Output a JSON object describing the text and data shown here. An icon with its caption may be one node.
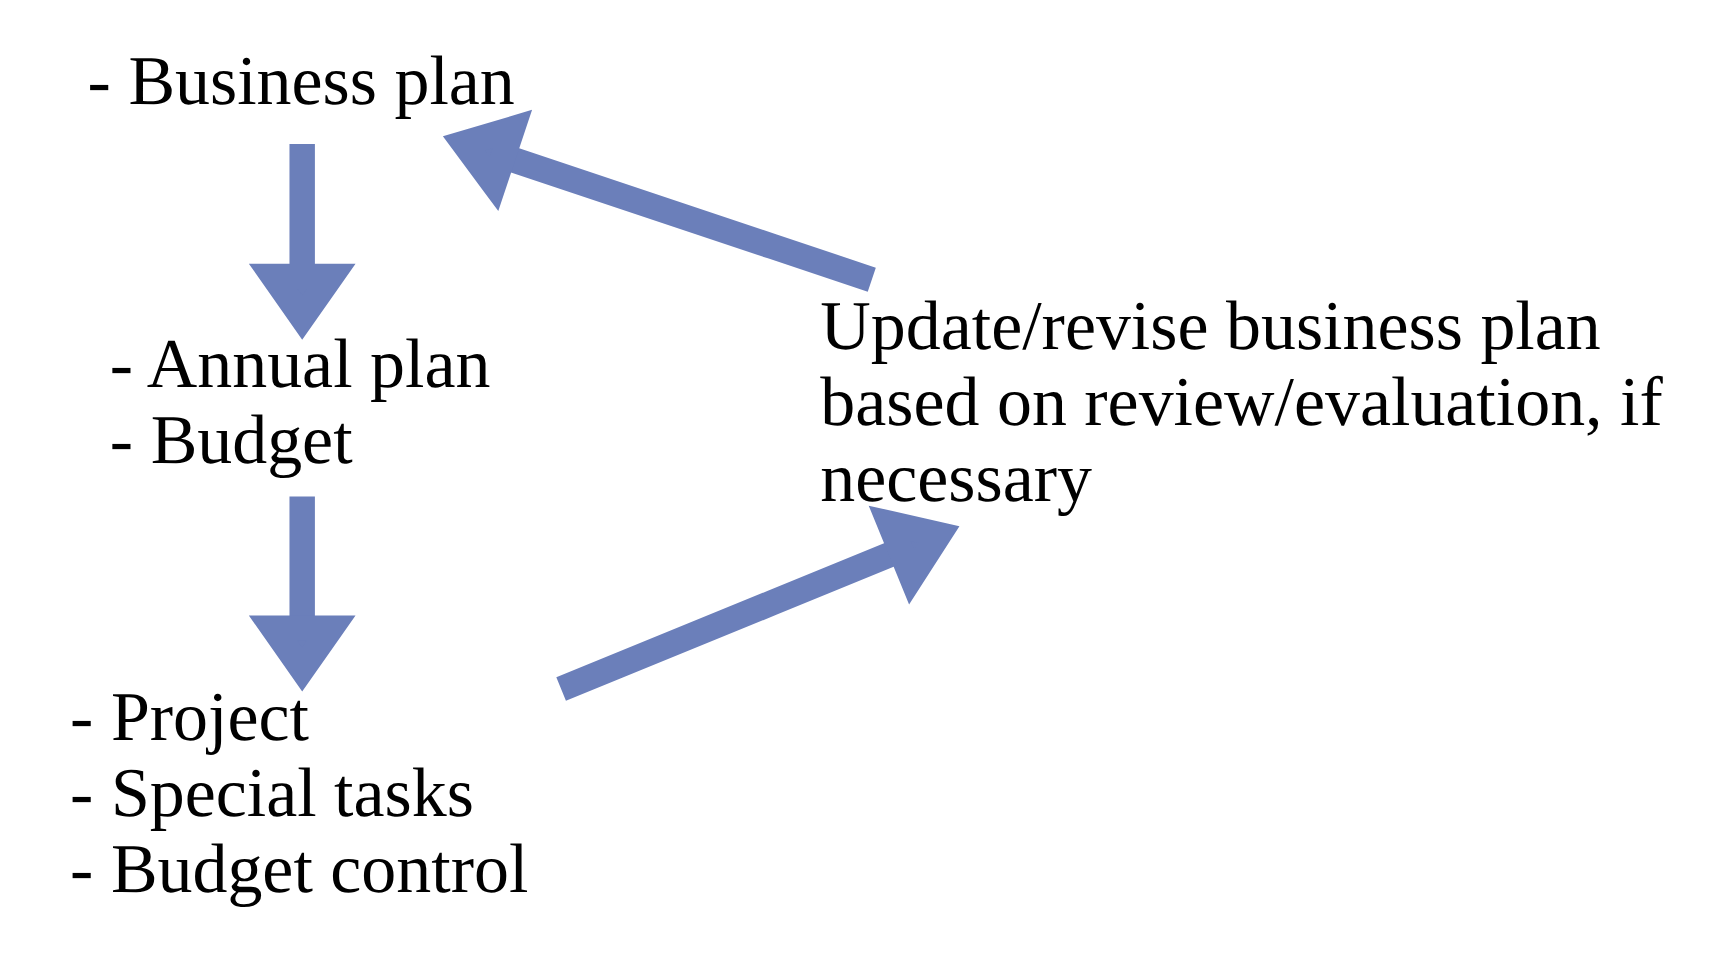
{
  "diagram": {
    "nodes": [
      {
        "text": [
          "- Business plan"
        ]
      },
      {
        "text": [
          "- Annual plan",
          "- Budget"
        ]
      },
      {
        "text": [
          "- Project",
          "- Special tasks",
          "- Budget control"
        ]
      },
      {
        "text": [
          "Update/revise business plan based on review/evaluation, if necessary"
        ]
      }
    ],
    "edges": [
      {
        "from": 0,
        "to": 1,
        "arrow": "to"
      },
      {
        "from": 1,
        "to": 2,
        "arrow": "to"
      },
      {
        "from": 2,
        "to": 3,
        "arrow": "to"
      },
      {
        "from": 3,
        "to": 0,
        "arrow": "to"
      }
    ]
  }
}
